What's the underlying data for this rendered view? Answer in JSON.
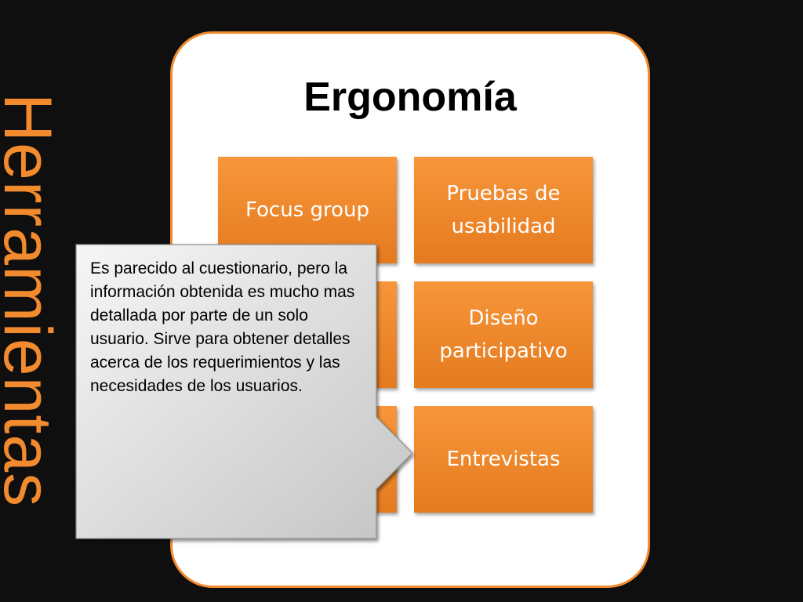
{
  "side_title": "Herramientas",
  "card": {
    "title": "Ergonomía"
  },
  "tiles": [
    {
      "label": "Focus group"
    },
    {
      "label": "Pruebas de usabilidad"
    },
    {
      "label": "Diseño participativo"
    },
    {
      "label": "Entrevistas"
    }
  ],
  "callout": {
    "text": "Es parecido al cuestionario, pero la información obtenida es mucho mas detallada por parte de un solo usuario. Sirve para obtener detalles acerca de los requerimientos y las necesidades de los usuarios."
  },
  "colors": {
    "accent": "#f28a2e",
    "background": "#0f0f0f",
    "card": "#ffffff"
  }
}
